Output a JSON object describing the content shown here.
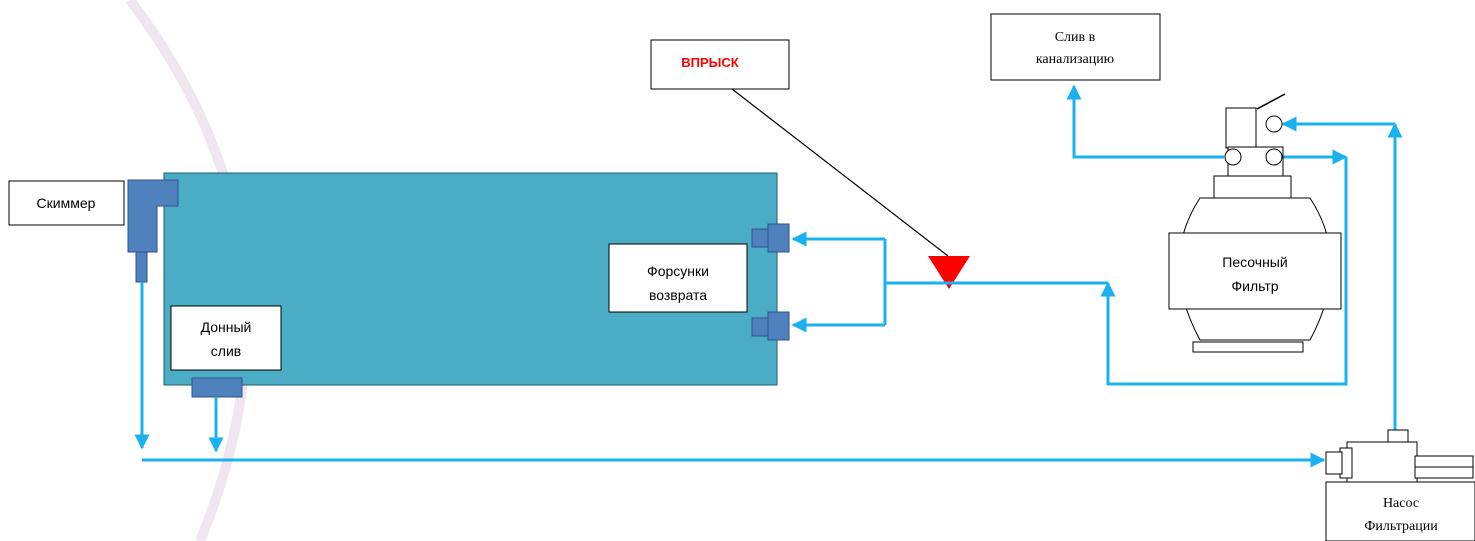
{
  "labels": {
    "skimmer": "Скиммер",
    "bottom_drain_line1": "Донный",
    "bottom_drain_line2": "слив",
    "return_jets_line1": "Форсунки",
    "return_jets_line2": "возврата",
    "injection": "ВПРЫСК",
    "sewer_drain_line1": "Слив в",
    "sewer_drain_line2": "канализацию",
    "sand_filter_line1": "Песочный",
    "sand_filter_line2": "Фильтр",
    "pump_line1": "Насос",
    "pump_line2": "Фильтрации"
  },
  "colors": {
    "pool": "#4bacc6",
    "pipe": "#1ab2ee",
    "fitting": "#4f81bd",
    "injection_marker": "#ff0000",
    "injection_text": "#ff0000"
  }
}
